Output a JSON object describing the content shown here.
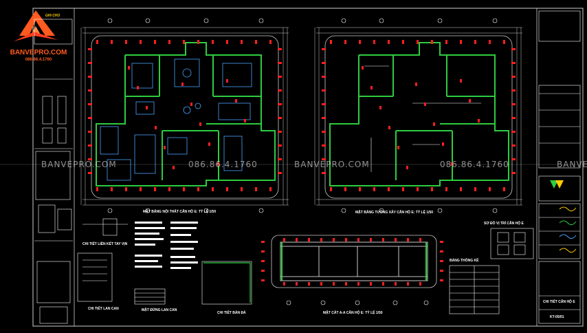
{
  "brand": {
    "name": "BANVEPRO.COM",
    "phone": "086.86.4.1760"
  },
  "watermark": {
    "texts": [
      "BANVEPRO.COM",
      "086.86.4.1760",
      "BANVEPRO.COM",
      "086.86.4.1760",
      "BANVE"
    ]
  },
  "drawings": {
    "plan_left_title": "MẶT BẰNG NỘI THẤT CĂN HỘ E: TỶ LỆ 1/50",
    "plan_right_title": "MẶT BẰNG TƯỜNG XÂY CĂN HỘ E: TỶ LỆ 1/50",
    "detail_railing_link": "CHI TIẾT LIÊN KẾT TAY VỊN",
    "detail_railing": "CHI TIẾT LAN CAN",
    "plan_railing": "MẶT ĐỨNG LAN CAN",
    "detail_stone": "CHI TIẾT BẢN ĐÁ",
    "section_title": "MẶT CẮT A-A CĂN HỘ E: TỶ LỆ 1/50",
    "door_schedule": "BẢNG THỐNG KÊ",
    "key_plan": "SƠ ĐỒ VỊ TRÍ CĂN HỘ E",
    "legend_left": "GHI CHÚ",
    "sheet_name": "CHI TIẾT CĂN HỘ E",
    "sheet_no": "KT-05/01"
  },
  "colors": {
    "background": "#000000",
    "wall": "#2ecc40",
    "dimension": "#ff2020",
    "furniture": "#4aa3ff",
    "line": "#ffffff",
    "frame": "#bbbbbb",
    "accent_logo": "#ff5a1f"
  }
}
